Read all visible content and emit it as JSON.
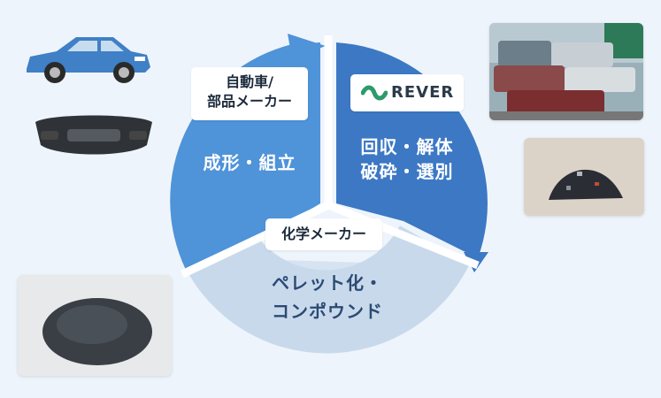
{
  "segments": {
    "manufacturer": {
      "label_line1": "自動車/",
      "label_line2": "部品メーカー",
      "action": "成形・組立"
    },
    "rever": {
      "logo_text": "REVER",
      "action_line1": "回収・解体",
      "action_line2": "破砕・選別"
    },
    "chemical": {
      "label": "化学メーカー",
      "action_line1": "ペレット化・",
      "action_line2": "コンポウンド"
    }
  },
  "colors": {
    "background": "#eef4fb",
    "segment_manufacturer": "#4f93d9",
    "segment_rever": "#3c78c4",
    "segment_chemical": "#c9d9ec",
    "arrow_chemical": "#d6e3f1",
    "text_dark": "#2b4b73",
    "logo_green": "#2e9a6c"
  },
  "icons": {
    "car": "blue-sedan-icon",
    "bumper": "car-bumper-icon",
    "logo": "rever-logo-icon",
    "scrap_cars": "scrap-cars-photo",
    "crushed": "crushed-plastic-photo",
    "pellets": "plastic-pellets-photo"
  }
}
